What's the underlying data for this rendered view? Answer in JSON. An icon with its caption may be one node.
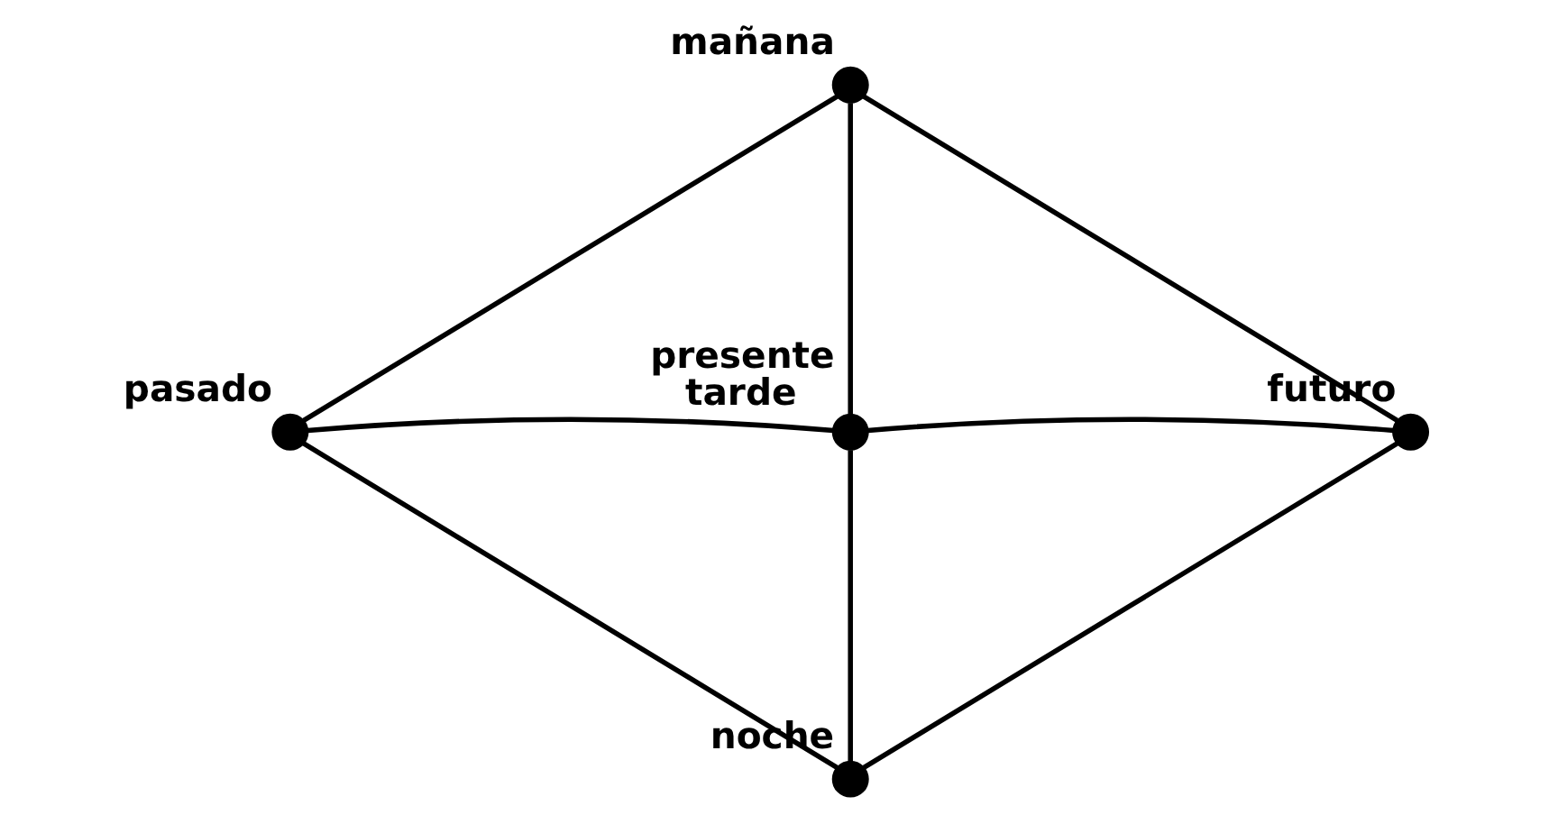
{
  "diagram": {
    "nodes": [
      {
        "text": [
          "mañana"
        ]
      },
      {
        "text": [
          "pasado"
        ]
      },
      {
        "text": [
          "presente",
          "tarde"
        ]
      },
      {
        "text": [
          "futuro"
        ]
      },
      {
        "text": [
          "noche"
        ]
      }
    ],
    "edges": [
      {
        "from": 0,
        "to": 2,
        "arrow": "none"
      },
      {
        "from": 1,
        "to": 2,
        "arrow": "none"
      },
      {
        "from": 2,
        "to": 3,
        "arrow": "none"
      },
      {
        "from": 2,
        "to": 4,
        "arrow": "none"
      },
      {
        "from": 0,
        "to": 1,
        "arrow": "none"
      },
      {
        "from": 1,
        "to": 4,
        "arrow": "none"
      },
      {
        "from": 4,
        "to": 3,
        "arrow": "none"
      },
      {
        "from": 3,
        "to": 0,
        "arrow": "none"
      }
    ]
  }
}
